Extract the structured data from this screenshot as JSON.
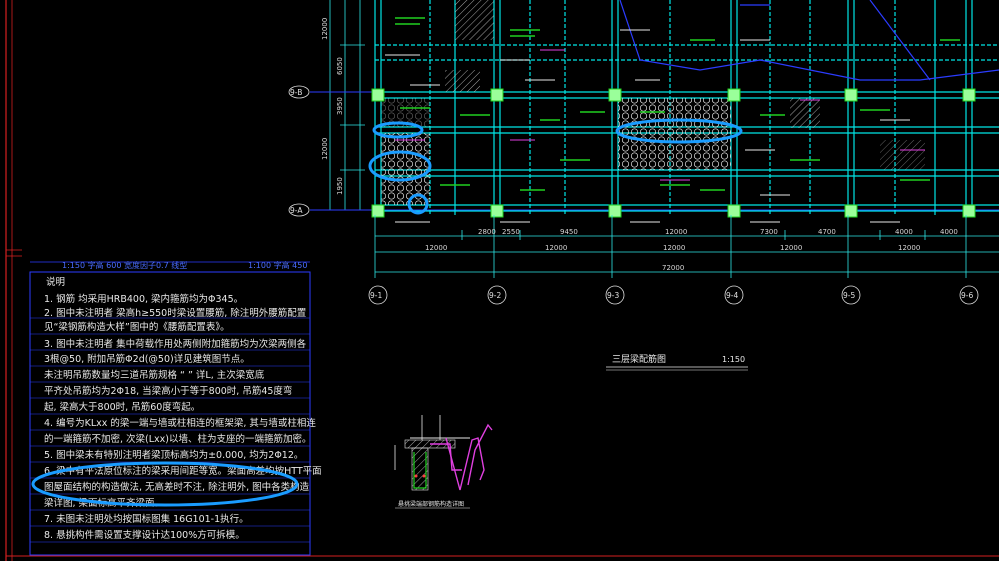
{
  "colors": {
    "background": "#000000",
    "frame": "#d42020",
    "cyan": "#00e5e5",
    "green": "#20d020",
    "blue": "#2b3cff",
    "white": "#e8e8e8",
    "magenta": "#e040e0",
    "highlight": "#1a9cff",
    "yellow": "#e8e820"
  },
  "axis_labels": {
    "rows": [
      "9-B",
      "9-A"
    ],
    "columns": [
      "9-1",
      "9-2",
      "9-3",
      "9-4",
      "9-5",
      "9-6"
    ]
  },
  "dimensions": {
    "left_vertical": [
      "12000",
      "6050",
      "3950",
      "12000",
      "1950"
    ],
    "spans_top_row": [
      "2800",
      "2550",
      "9450",
      "12000",
      "7300",
      "4700",
      "4000",
      "4000"
    ],
    "spans_bottom_row": [
      "12000",
      "12000",
      "12000",
      "12000",
      "12000"
    ],
    "total": "72000"
  },
  "notes_panel": {
    "header_left": "1:150  字高 600  宽度因子0.7 线型",
    "header_right": "1:100  字高 450",
    "title": "说明",
    "lines": [
      "1.  钢筋  均采用HRB400, 梁内箍筋均为Φ345。",
      "2.  图中未注明者  梁高h≥550时梁设置腰筋, 除注明外腰筋配置",
      "    见“梁钢筋构造大样”图中的《腰筋配置表》。",
      "3.  图中未注明者  集中荷载作用处两侧附加箍筋均为次梁两侧各",
      "    3根@50, 附加吊筋Φ2d(@50)详见建筑图节点。",
      "    未注明吊筋数量均三道吊筋规格  “ ” 详L, 主次梁宽底",
      "    平齐处吊筋均为2Φ18, 当梁高小于等于800时, 吊筋45度弯",
      "    起, 梁高大于800时, 吊筋60度弯起。",
      "4.  编号为KLxx 的梁一端与墙或柱相连的框架梁, 其与墙或柱相连",
      "    的一端箍筋不加密, 次梁(Lxx)以墙、柱为支座的一端箍筋加密。",
      "5.  图中梁未有特别注明者梁顶标高均为±0.000, 均为2Φ12。",
      "6.  梁中有平法原位标注的梁采用间距等宽。梁面高差均按HTT平面",
      "    图屋面结构的构造做法, 无高差时不注, 除注明外, 图中各类构造",
      "    梁详图, 梁面标高平齐梁面。",
      "7.  未图未注明处均按国标图集 16G101-1执行。",
      "8.  悬挑构件需设置支撑设计达100%方可拆模。"
    ]
  },
  "plan_title": "三层梁配筋图",
  "plan_scale": "1:150",
  "detail_caption": "悬挑梁端部钢筋构造详图"
}
